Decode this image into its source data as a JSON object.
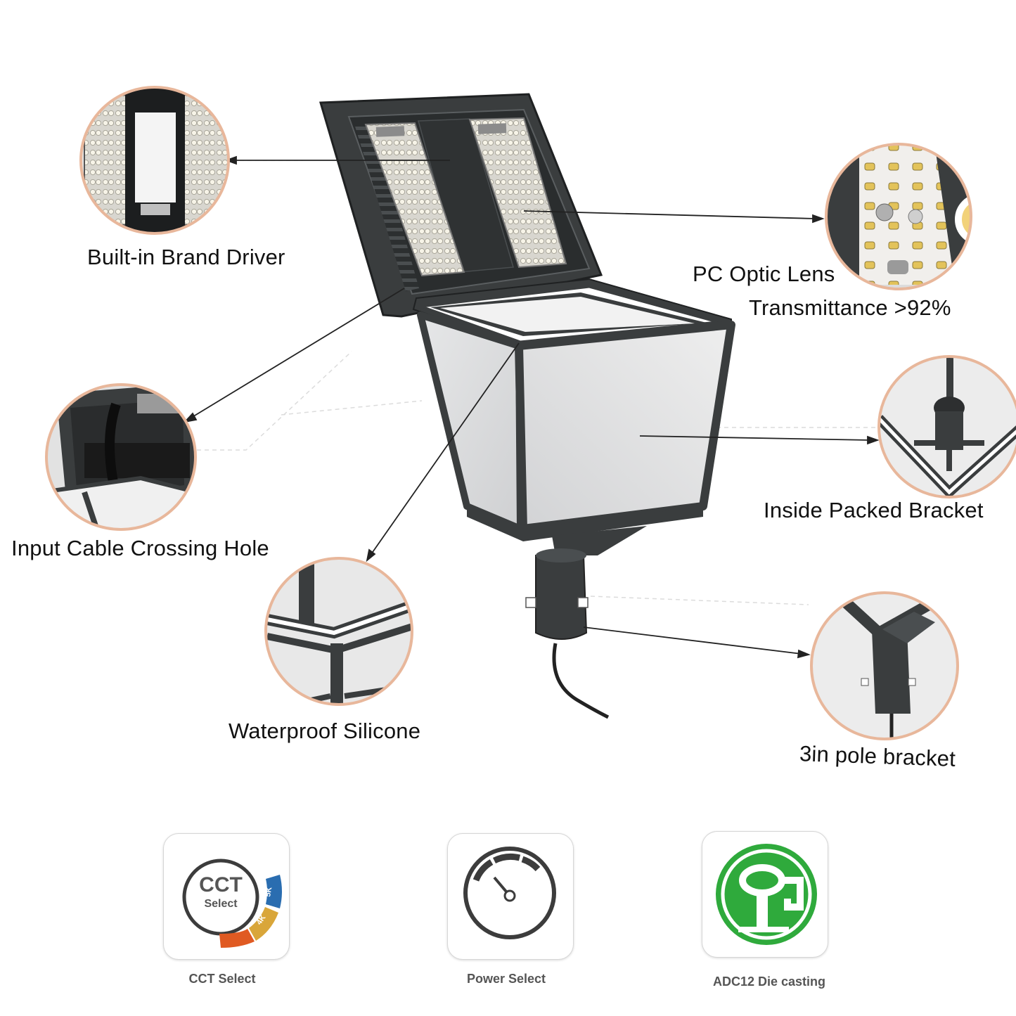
{
  "callouts": {
    "driver": "Built-in Brand Driver",
    "lens_line1": "PC Optic Lens",
    "lens_line2": "Transmittance >92%",
    "cable": "Input Cable Crossing Hole",
    "bracket": "Inside Packed Bracket",
    "silicone": "Waterproof Silicone",
    "pole": "3in pole bracket"
  },
  "features": [
    {
      "icon": "cct-select-icon",
      "badge_title": "CCT",
      "badge_sub": "Select",
      "ring_5k": "5K",
      "ring_4k": "4K",
      "caption": "CCT Select"
    },
    {
      "icon": "power-gauge-icon",
      "caption": "Power Select"
    },
    {
      "icon": "die-casting-icon",
      "caption": "ADC12 Die casting"
    }
  ],
  "colors": {
    "housing": "#3a3d3e",
    "glass": "#d9dadb",
    "cct_orange": "#e05a22",
    "cct_yellow": "#d9a63a",
    "cct_blue": "#2a6db0",
    "adc_green": "#2faa3c",
    "callout_ring": "#e8b79b"
  }
}
